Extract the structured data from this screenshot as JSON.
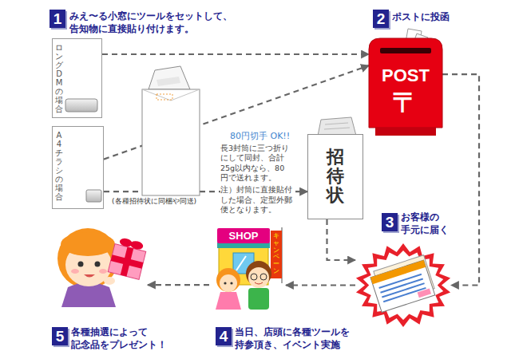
{
  "diagram": {
    "nodes": [
      {
        "text": [
          "ロングDMの場合"
        ]
      },
      {
        "text": [
          "A4チラシの場合"
        ]
      },
      {
        "text": [
          "招待状"
        ]
      },
      {
        "text": [
          "2",
          "ポストに投函",
          "POST",
          "〒"
        ]
      },
      {
        "text": [
          "3",
          "お客様の 手元に届く"
        ]
      },
      {
        "text": [
          "SHOP",
          "キャンペーン",
          "4",
          "当日、店頭に各種ツールを 持参頂き、イベント実施"
        ]
      },
      {
        "text": [
          "5",
          "各種抽選によって 記念品をプレゼント！"
        ]
      }
    ],
    "edges": [
      {
        "from": 0,
        "to": 3,
        "arrow": "to"
      },
      {
        "from": 1,
        "to": 3,
        "arrow": "to"
      },
      {
        "from": 1,
        "to": 2,
        "arrow": "to",
        "label": "(各種招待状に同梱や同送)"
      },
      {
        "from": 2,
        "to": 4,
        "arrow": "to"
      },
      {
        "from": 3,
        "to": 4,
        "arrow": "to"
      },
      {
        "from": 4,
        "to": 5,
        "arrow": "to"
      },
      {
        "from": 5,
        "to": 6,
        "arrow": "to"
      }
    ],
    "labels": [
      "1",
      "みえ〜る小窓にツールをセットして、 告知物に直接貼り付けます。",
      "80円切手 OK!!",
      "長3封筒に三つ折り にして同封、合計 25g以内なら、80 円で送れます。",
      "注）封筒に直接貼付 した場合、定型外郵 便となります。"
    ]
  }
}
